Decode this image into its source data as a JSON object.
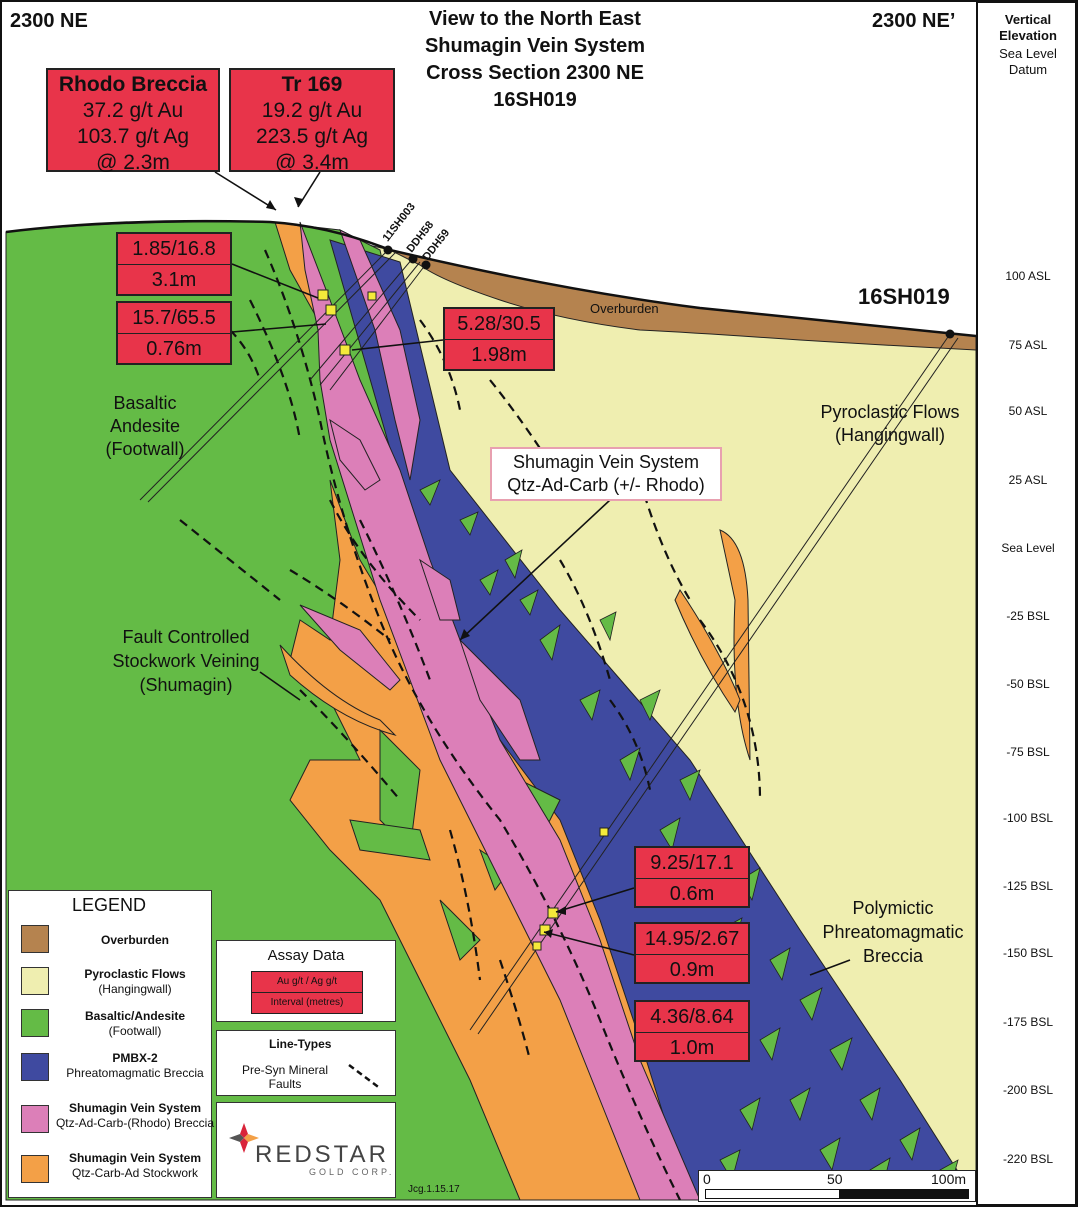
{
  "header": {
    "left_label": "2300 NE",
    "right_label": "2300 NE’",
    "title_lines": [
      "View to the North East",
      "Shumagin Vein System",
      "Cross Section 2300 NE",
      "16SH019"
    ]
  },
  "elevation_axis": {
    "title_lines": [
      "Vertical",
      "Elevation"
    ],
    "subtitle_lines": [
      "Sea Level",
      "Datum"
    ],
    "ticks": [
      "100 ASL",
      "75 ASL",
      "50 ASL",
      "25 ASL",
      "Sea Level",
      "-25 BSL",
      "-50 BSL",
      "-75 BSL",
      "-100 BSL",
      "-125 BSL",
      "-150 BSL",
      "-175 BSL",
      "-200 BSL",
      "-220 BSL"
    ]
  },
  "drill_holes": {
    "main": "16SH019",
    "collars": [
      "11SH003",
      "DDH58",
      "DDH59"
    ]
  },
  "callouts": {
    "rhodo": {
      "title": "Rhodo Breccia",
      "lines": [
        "37.2 g/t Au",
        "103.7 g/t Ag",
        "@ 2.3m"
      ]
    },
    "tr169": {
      "title": "Tr 169",
      "lines": [
        "19.2 g/t Au",
        "223.5 g/t Ag",
        "@ 3.4m"
      ]
    },
    "vein_label": [
      "Shumagin Vein System",
      "Qtz-Ad-Carb (+/- Rhodo)"
    ]
  },
  "assays": [
    {
      "ratio": "1.85/16.8",
      "interval": "3.1m"
    },
    {
      "ratio": "15.7/65.5",
      "interval": "0.76m"
    },
    {
      "ratio": "5.28/30.5",
      "interval": "1.98m"
    },
    {
      "ratio": "9.25/17.1",
      "interval": "0.6m"
    },
    {
      "ratio": "14.95/2.67",
      "interval": "0.9m"
    },
    {
      "ratio": "4.36/8.64",
      "interval": "1.0m"
    }
  ],
  "unit_labels": {
    "overburden": "Overburden",
    "basaltic": [
      "Basaltic",
      "Andesite",
      "(Footwall)"
    ],
    "pyroclastic": [
      "Pyroclastic Flows",
      "(Hangingwall)"
    ],
    "fault": [
      "Fault Controlled",
      "Stockwork Veining",
      "(Shumagin)"
    ],
    "polymictic": [
      "Polymictic",
      "Phreatomagmatic",
      "Breccia"
    ]
  },
  "legend": {
    "title": "LEGEND",
    "items": [
      {
        "name": "Overburden",
        "sub": "",
        "color": "#b5834f"
      },
      {
        "name": "Pyroclastic Flows",
        "sub": "(Hangingwall)",
        "color": "#efeeb0"
      },
      {
        "name": "Basaltic/Andesite",
        "sub": "(Footwall)",
        "color": "#64bb46"
      },
      {
        "name": "PMBX-2",
        "sub": "Phreatomagmatic Breccia",
        "color": "#3f4aa0"
      },
      {
        "name": "Shumagin Vein System",
        "sub": "Qtz-Ad-Carb-(Rhodo) Breccia",
        "color": "#dc7fb8"
      },
      {
        "name": "Shumagin Vein System",
        "sub": "Qtz-Carb-Ad Stockwork",
        "color": "#f3a047"
      }
    ]
  },
  "assay_key": {
    "title": "Assay Data",
    "line1": "Au g/t  / Ag g/t",
    "line2": "Interval (metres)"
  },
  "line_types": {
    "title": "Line-Types",
    "item": "Pre-Syn Mineral Faults"
  },
  "logo": {
    "name": "REDSTAR",
    "sub": "GOLD CORP."
  },
  "scale_bar": {
    "labels": [
      "0",
      "50",
      "100m"
    ]
  },
  "footer_code": "Jcg.1.15.17",
  "colors": {
    "overburden": "#b5834f",
    "pyroclastic": "#efeeb0",
    "basalt": "#64bb46",
    "pmbx": "#3f4aa0",
    "vein": "#dc7fb8",
    "stockwork": "#f3a047",
    "assay_red": "#e8344a"
  }
}
